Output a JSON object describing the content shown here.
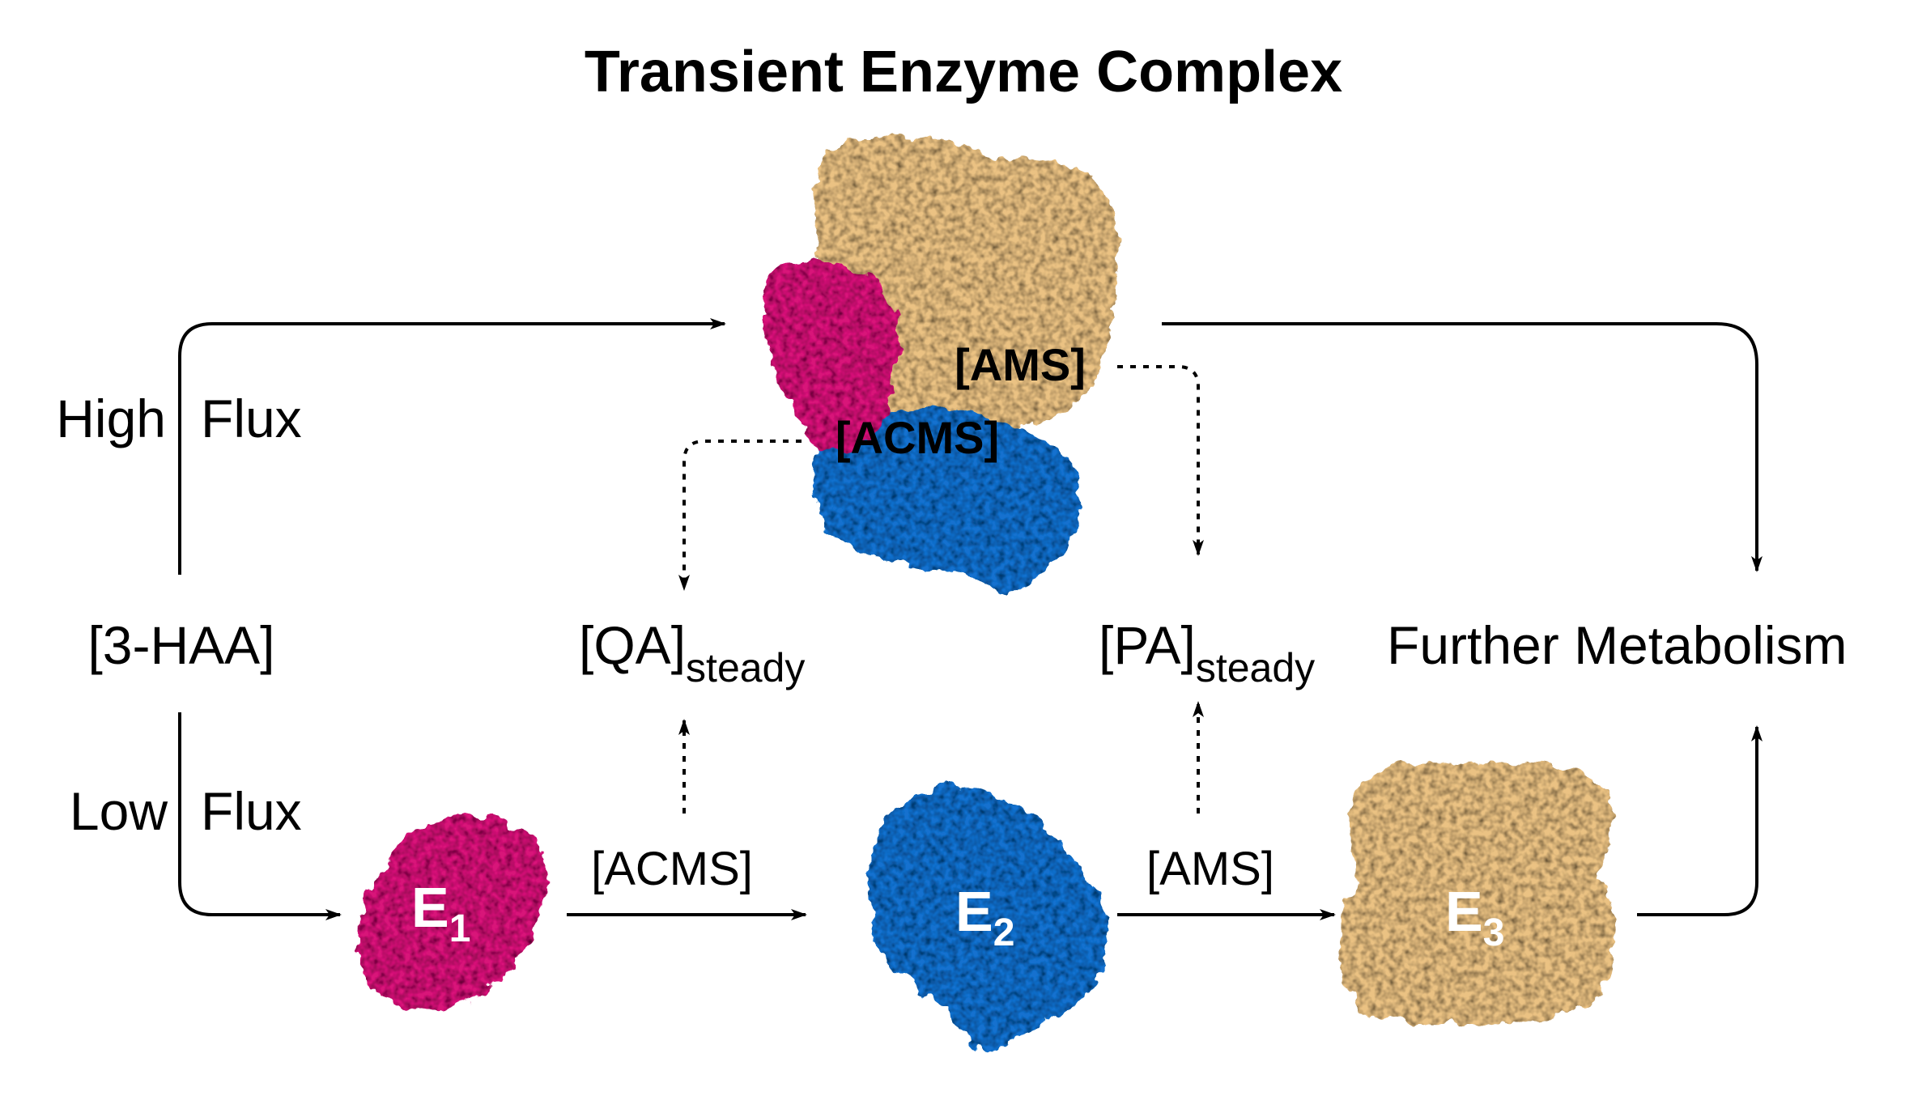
{
  "title": "Transient Enzyme Complex",
  "colors": {
    "e1": "#D81679",
    "e2": "#1471CF",
    "e3": "#EBC283",
    "line": "#000000"
  },
  "labels": {
    "high": "High",
    "low": "Low",
    "flux": "Flux",
    "substrate": "[3-HAA]",
    "qa_main": "[QA]",
    "pa_main": "[PA]",
    "steady": "steady",
    "further": "Further Metabolism",
    "acms": "[ACMS]",
    "ams": "[AMS]",
    "complex_acms": "[ACMS]",
    "complex_ams": "[AMS]"
  },
  "enzymes": {
    "e1_letter": "E",
    "e1_sub": "1",
    "e2_letter": "E",
    "e2_sub": "2",
    "e3_letter": "E",
    "e3_sub": "3"
  }
}
